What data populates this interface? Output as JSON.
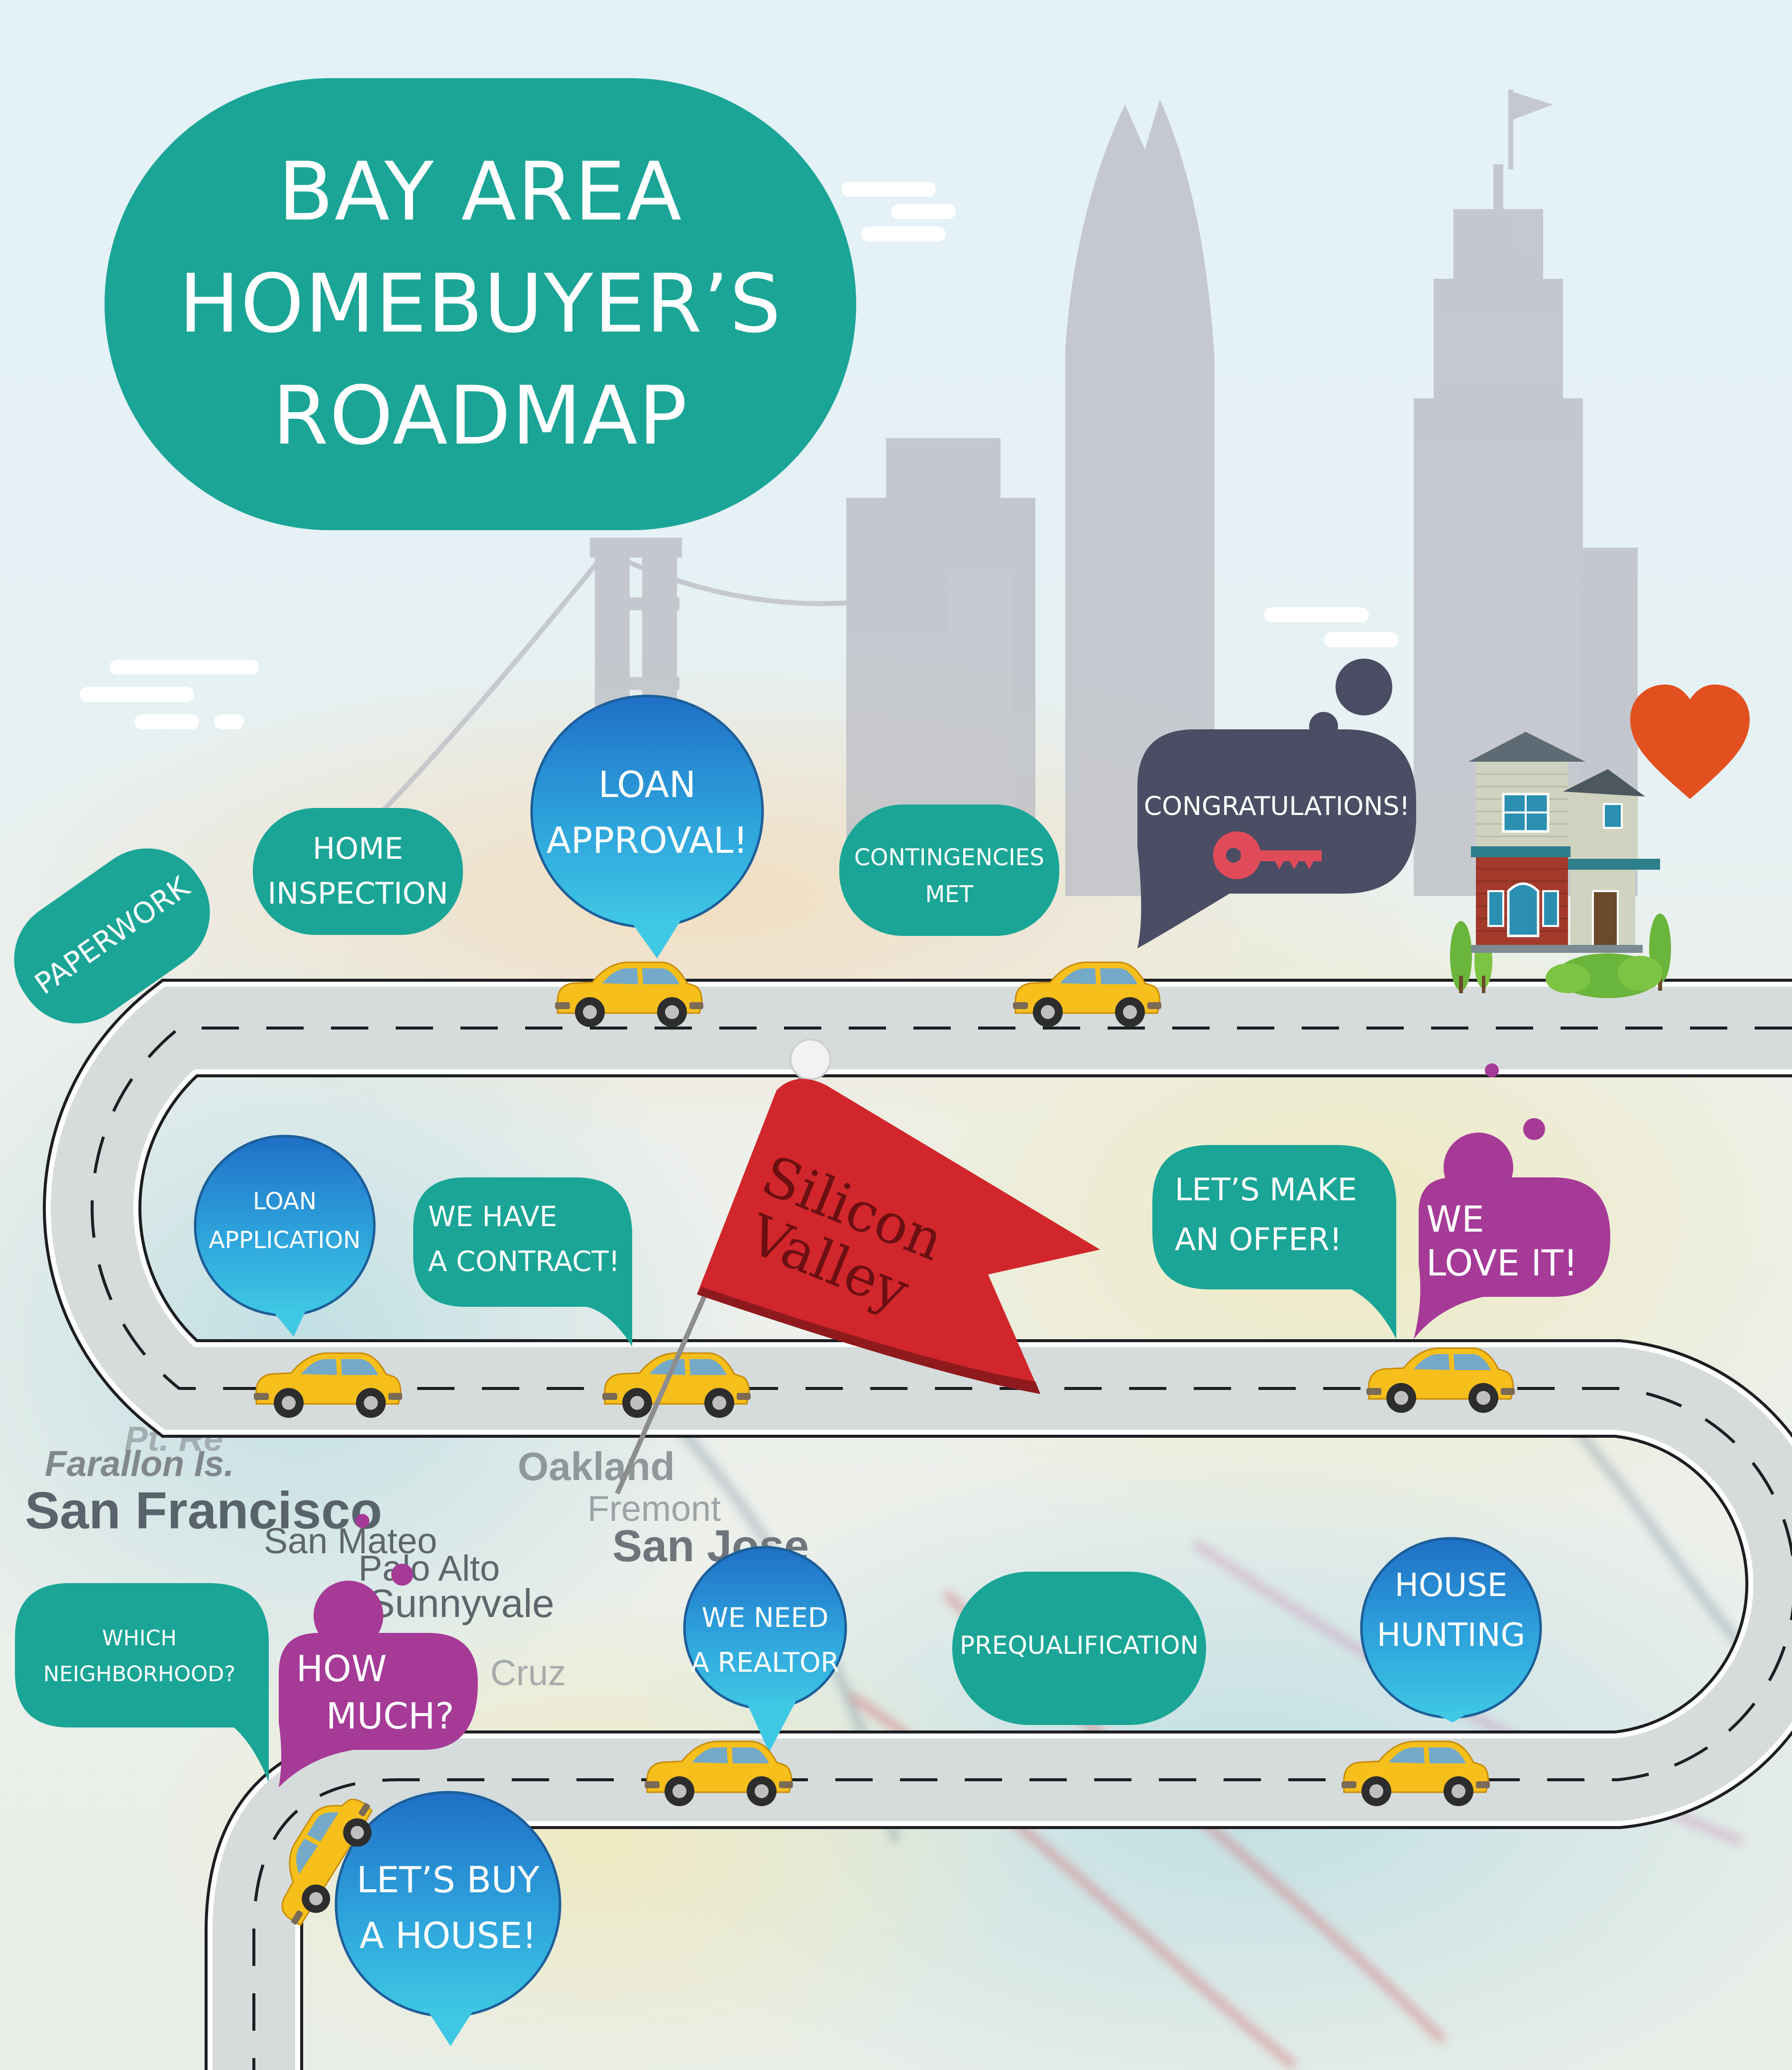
{
  "title": {
    "line1": "BAY AREA",
    "line2": "HOMEBUYER’S",
    "line3": "ROADMAP"
  },
  "steps": {
    "paperwork": "PAPERWORK",
    "home_inspection": [
      "HOME",
      "INSPECTION"
    ],
    "loan_approval": [
      "LOAN",
      "APPROVAL!"
    ],
    "contingencies_met": [
      "CONTINGENCIES",
      "MET"
    ],
    "congratulations": "CONGRATULATIONS!",
    "loan_application": [
      "LOAN",
      "APPLICATION"
    ],
    "we_have_a_contract": [
      "WE HAVE",
      "A CONTRACT!"
    ],
    "lets_make_an_offer": [
      "LET’S MAKE",
      "AN OFFER!"
    ],
    "we_love_it": [
      "WE",
      "LOVE IT!"
    ],
    "which_neighborhood": [
      "WHICH",
      "NEIGHBORHOOD?"
    ],
    "how_much": [
      "HOW",
      "MUCH?"
    ],
    "we_need_a_realtor": [
      "WE NEED",
      "A REALTOR"
    ],
    "prequalification": "PREQUALIFICATION",
    "house_hunting": [
      "HOUSE",
      "HUNTING"
    ],
    "lets_buy_a_house": [
      "LET’S BUY",
      "A HOUSE!"
    ]
  },
  "flag": {
    "line1": "Silicon",
    "line2": "Valley"
  },
  "map_labels": {
    "farallon": "Farallon Is.",
    "point": "Pt. Re",
    "san_francisco": "San Francisco",
    "oakland": "Oakland",
    "san_mateo": "San Mateo",
    "fremont": "Fremont",
    "palo_alto": "Palo Alto",
    "san_jose": "San Jose",
    "sunnyvale": "Sunnyvale",
    "cruz": "Cruz"
  },
  "colors": {
    "teal": "#1aa596",
    "blue_top": "#1f6fc6",
    "blue_bottom": "#38c4e0",
    "purple": "#a63a97",
    "slate": "#4a4d63",
    "car": "#f6bf1c",
    "flag": "#d1262b",
    "heart": "#e2501f"
  },
  "icons": [
    "heart-icon",
    "key-icon",
    "house-icon",
    "car-icon",
    "pushpin-icon",
    "cloud-icon"
  ]
}
